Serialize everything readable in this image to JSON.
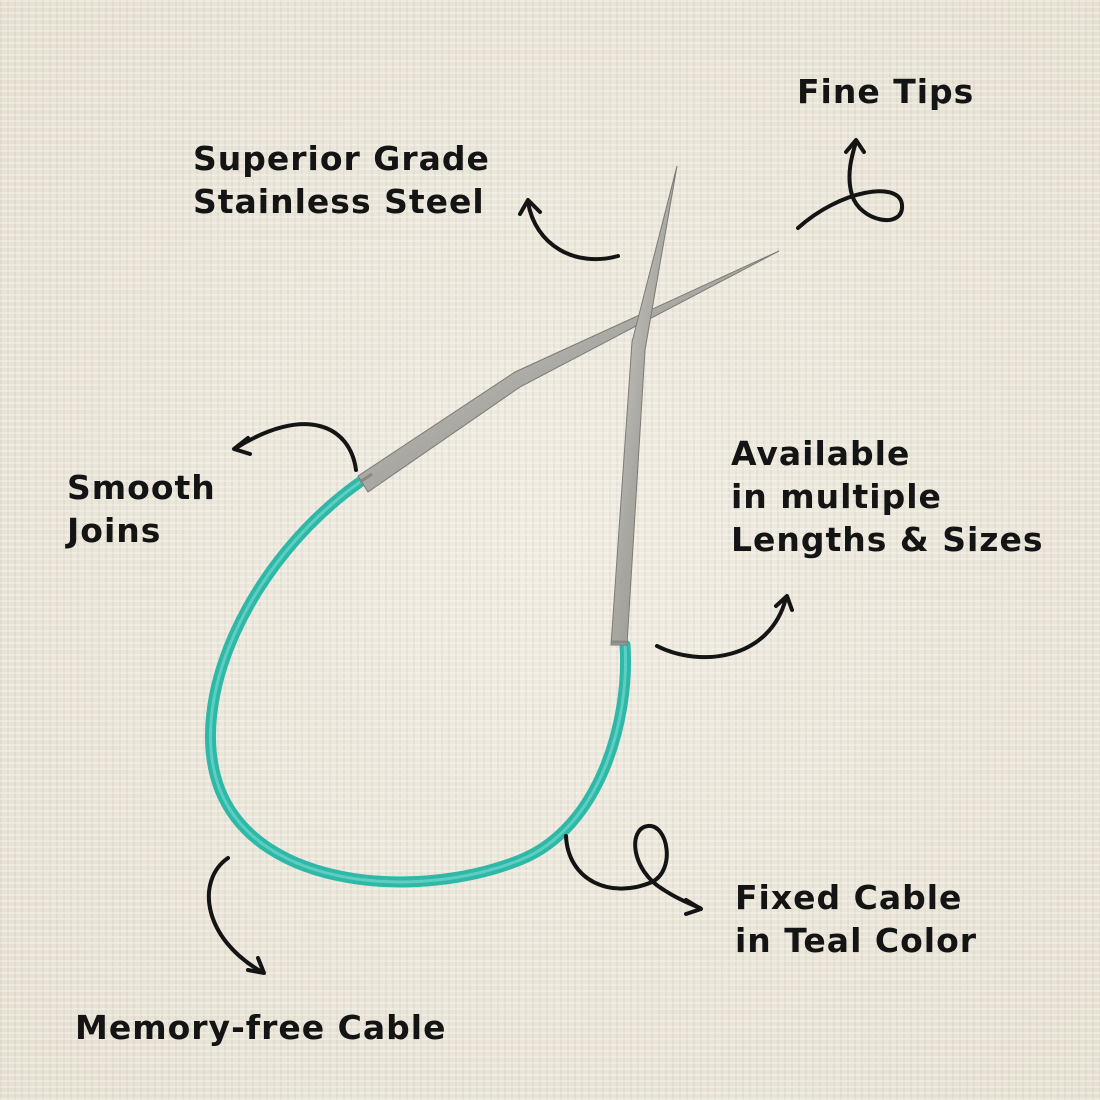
{
  "labels": {
    "fine_tips": "Fine Tips",
    "steel": [
      "Superior Grade",
      "Stainless Steel"
    ],
    "smooth": [
      "Smooth",
      "Joins"
    ],
    "available": [
      "Available",
      "in multiple",
      "Lengths & Sizes"
    ],
    "fixed_cable": [
      "Fixed Cable",
      "in Teal Color"
    ],
    "memory_free": "Memory-free Cable"
  },
  "colors": {
    "cable": "#2fb8a8",
    "needle": "#b3b1ac",
    "arrows": "#141414",
    "background": "#ece8dc"
  }
}
